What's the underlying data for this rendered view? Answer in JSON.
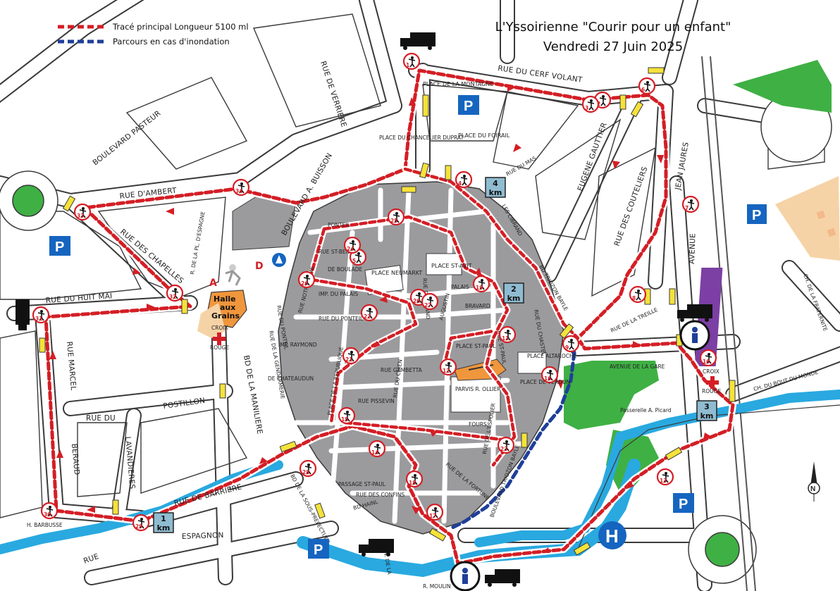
{
  "header": {
    "title_line1": "L'Yssoirienne \"Courir pour un enfant\"",
    "title_line2": "Vendredi 27 Juin 2025"
  },
  "legend": {
    "main_route": "Tracé principal Longueur 5100 ml",
    "flood_route": "Parcours en cas d'inondation"
  },
  "colors": {
    "route_main": "#d41e25",
    "route_flood": "#1f3f99",
    "old_town": "#9b9b9e",
    "river": "#29a9e0",
    "park": "#3fb044",
    "road_outline": "#3a3a3a",
    "parking": "#1565c0",
    "barrier": "#f5e23a",
    "railway_band": "#7c3fa4",
    "sports_area": "#f6d3a6",
    "halle": "#f0963c"
  },
  "streets": {
    "bd_pasteur": "BOULEVARD PASTEUR",
    "rue_verriere": "RUE DE VERRIERE",
    "rue_ambert": "RUE  D'AMBERT",
    "rue_chapelles": "RUE DES CHAPELLES",
    "rue_pl_espagne": "R. DE LA PL. D'ESPAGNE",
    "rue_huit_mai": "RUE  DU  HUIT  MAI",
    "rue_marcel": "RUE  MARCEL",
    "beraud": "BERAUD",
    "rue_du": "RUE DU",
    "postillon": "POSTILLON",
    "lavandieres": "LAVANDIERES",
    "rue_barriere": "RUE DE BARRIERE",
    "espagnon": "ESPAGNON",
    "rue": "RUE",
    "h_barbusse": "H. BARBUSSE",
    "bd_maniliere": "BD DE LA MANILIERE",
    "bd_buisson": "BOULEVARD  A. BUISSON",
    "rue_du_ponteil": "RUE DU PONTEIL",
    "ponteil": "PONTEIL",
    "rue_notre_dame": "RUE NOTRE DAME",
    "rue_st_benoit": "RUE ST-BENOIT",
    "de_boulade": "DE BOULADE",
    "imp_du_palais": "IMP. DU PALAIS",
    "rue_du_ponteil2": "RUE DU PONTEIL",
    "rue_gendarmerie": "RUE DE LA GENDARMERIE",
    "imp_raymond": "IMP. RAYMOND",
    "de_chateaudun": "DE CHATEAUDUN",
    "place_republique": "PLACE DE LA REPUBLIQUE",
    "rue_gambetta": "RUE GAMBETTA",
    "rue_pissevin": "RUE PISSEVIN",
    "rue_chien": "RUE DU CHIEN",
    "place_neumarkt": "PLACE NEUMARKT",
    "place_st_avit": "PLACE ST-AVIT",
    "palais": "PALAIS",
    "bravard": "BRAVARD",
    "rue_st_paul": "RUE ST-PAUL",
    "place_st_paul": "PLACE ST-PAUL",
    "rue_du_chastel": "RUE DU CHASTEL",
    "place_altaroche": "PLACE ALTAROCHE",
    "place_verdun": "PLACE DE VERDUN",
    "parvis": "PARVIS R. OLLIER",
    "fours": "FOURS",
    "rue_du_cerf_volant": "RUE DU CERF VOLANT",
    "place_montagne": "PLACE DE LA MONTAGNE",
    "place_chancelier": "PLACE DU CHANCELIER DUPRAT",
    "place_foirail": "PLACE DU FOIRAIL",
    "rue_du_mas": "RUE DU MAS",
    "les_cibrand": "LES CIBRAND",
    "eugene_gauttier": "EUGENE GAUTTIER",
    "rue_bd_triozon": "BD TRIOZON BAYLE",
    "rue_couteliers": "RUE DES COUTELIERS",
    "jean_jaures": "JEAN  JAURES",
    "avenue": "AVENUE",
    "rue_treille": "RUE DE LA  TREILLE",
    "avenue_gare": "AVENUE DE LA GARE",
    "ch_bout_monde": "CH. DU BOUT DU MONDE",
    "ch_fraternite": "CH. DE LA FRATERNITE",
    "passerelle": "Passerelle A. Picard",
    "boulevard_triozon": "BOULEVARD  TRIOZON BAYLE",
    "bd_hainl": "BD HAINL",
    "bd_sous_prefecture": "BD DE LA SOUS-PREFECTURE",
    "v_de_la": "V. DE LA",
    "r_moulin": "R. MOULIN",
    "rue_espolier": "RUE DE L'ESPOLIER",
    "rue_fortune": "RUE DE LA FORTUNE",
    "passage_st_paul": "PASSAGE ST-PAUL",
    "rue_des_confins": "RUE DES CONFINS",
    "augustin": "AUGUSTIN",
    "rue_dr_lafont": "RUE DU GRAND"
  },
  "pois": {
    "halle_line1": "Halle",
    "halle_line2": "aux",
    "halle_line3": "Grains",
    "croix_rouge_1": "CROIX",
    "croix_rouge_2": "ROUGE",
    "croix_rouge_b1": "CROIX",
    "croix_rouge_b2": "ROUGE",
    "label_a": "A",
    "label_d": "D",
    "parking": "P",
    "hospital": "H",
    "north": "N"
  },
  "km_markers": [
    {
      "label": "1",
      "unit": "km"
    },
    {
      "label": "2",
      "unit": "km"
    },
    {
      "label": "3",
      "unit": "km"
    },
    {
      "label": "4",
      "unit": "km"
    }
  ],
  "checkpoints": [
    "1",
    "2",
    "3",
    "4",
    "5",
    "6",
    "7",
    "8",
    "9",
    "10",
    "11",
    "12",
    "13",
    "14",
    "15",
    "16",
    "17",
    "18",
    "19",
    "20",
    "21",
    "22",
    "23",
    "24",
    "25",
    "26",
    "27",
    "28",
    "29",
    "30",
    "31",
    "32",
    "33",
    "34"
  ]
}
